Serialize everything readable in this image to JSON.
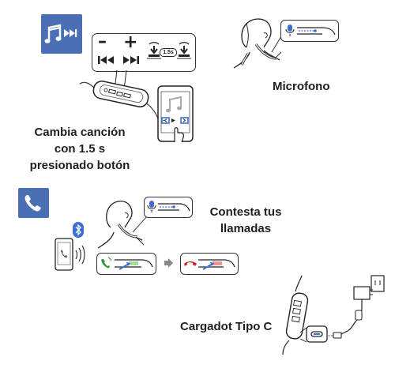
{
  "music": {
    "minus_label": "–",
    "plus_label": "+",
    "prev_glyph": "⏮",
    "next_glyph": "⏭",
    "hold_badge": "1.5s",
    "caption_lines": [
      "Cambia canción",
      "con 1.5 s",
      "presionado botón"
    ]
  },
  "mic": {
    "caption": "Microfono"
  },
  "call": {
    "caption_lines": [
      "Contesta tus",
      "llamadas"
    ]
  },
  "charge": {
    "caption": "Cargadot Tipo C"
  },
  "icons": {
    "music_tile": "music-next-icon",
    "phone_tile": "phone-icon",
    "bluetooth": "bluetooth-icon"
  },
  "colors": {
    "tile_blue": "#4a6fb5",
    "accent_blue": "#3a6fcf",
    "answer_green": "#2e9a3e",
    "reject_red": "#d2272f",
    "highlight_green": "#6abf5a",
    "highlight_red": "#e14a4a"
  }
}
